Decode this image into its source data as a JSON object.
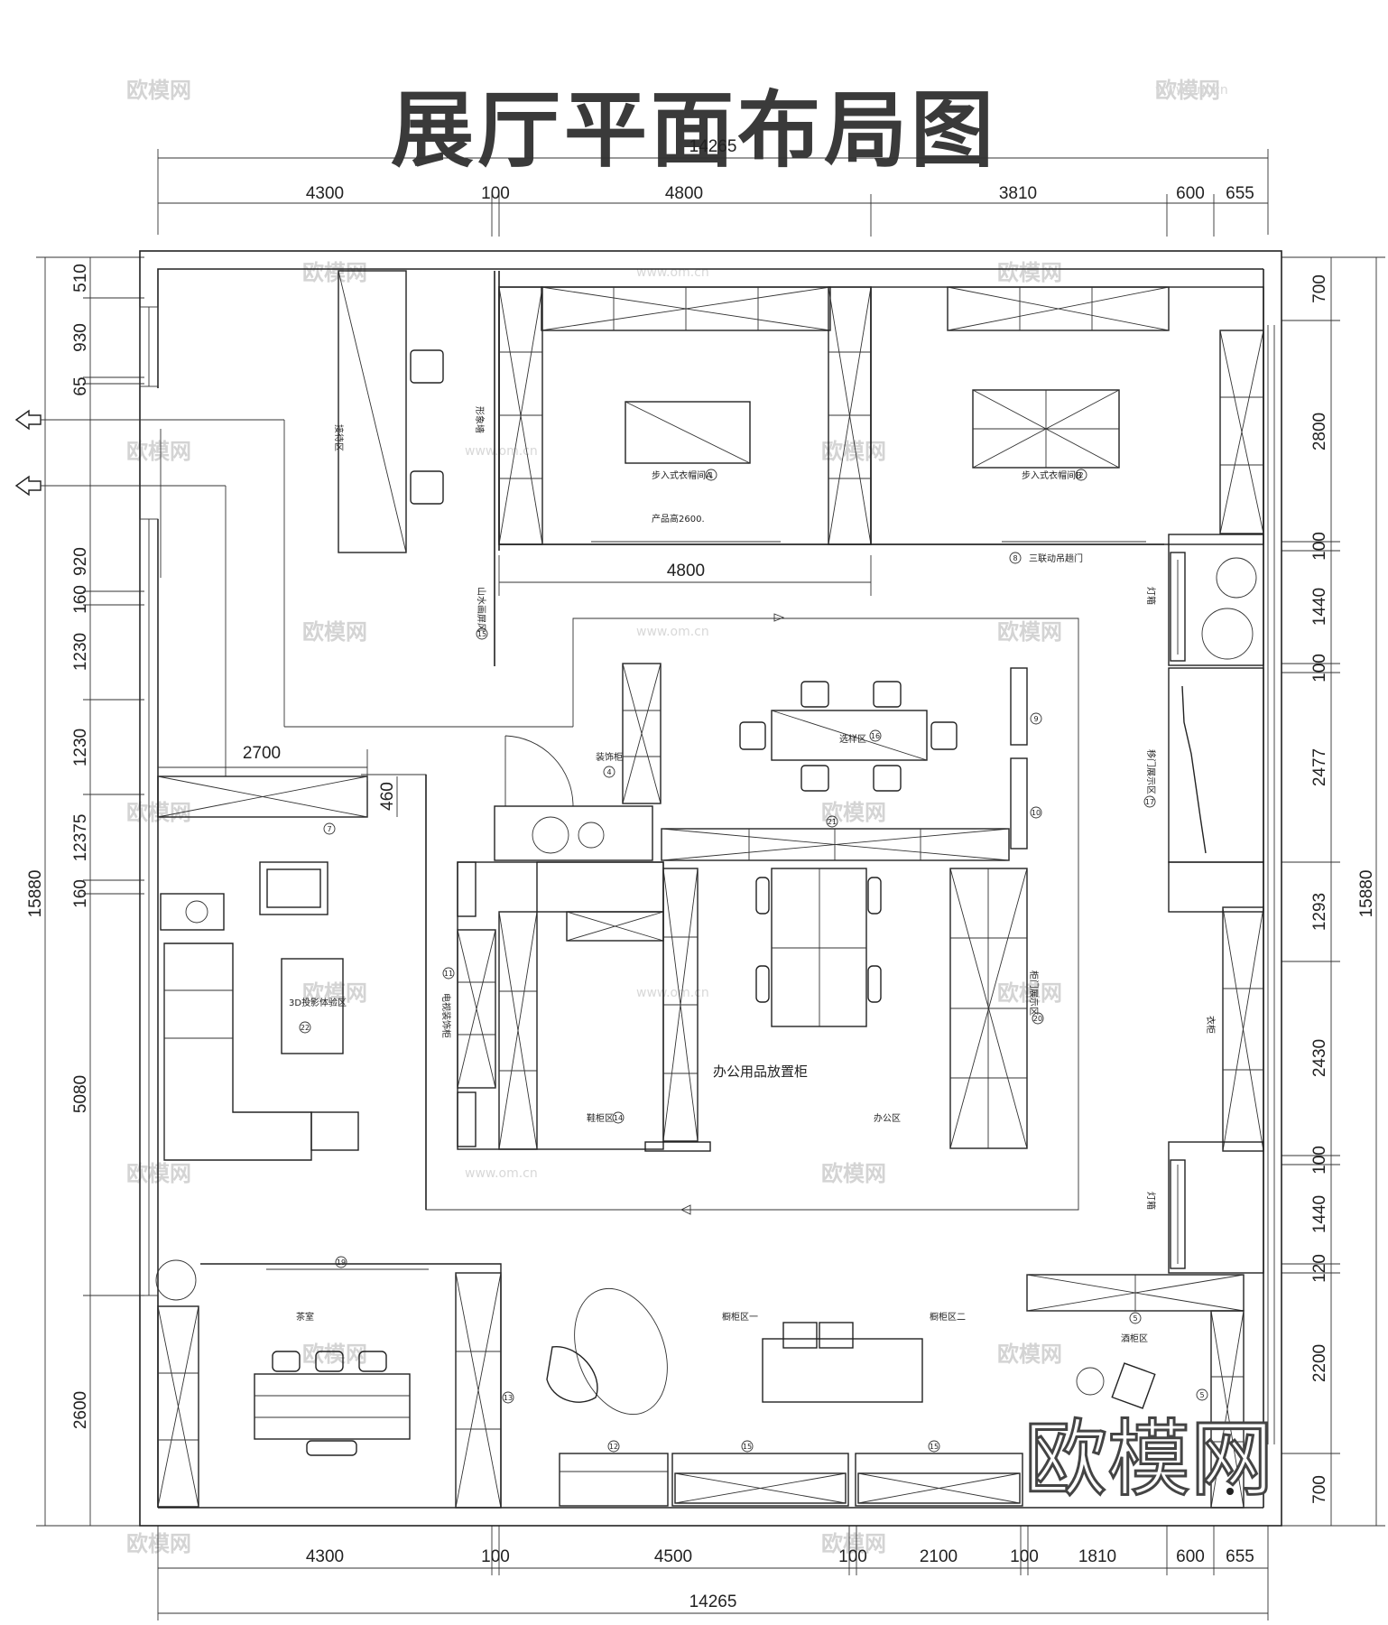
{
  "title": "展厅平面布局图",
  "dims_top_total": "14265",
  "dims_top": [
    "4300",
    "100",
    "4800",
    "3810",
    "600",
    "655"
  ],
  "dims_bottom": [
    "4300",
    "100",
    "4500",
    "100",
    "2100",
    "100",
    "1810",
    "600",
    "655"
  ],
  "dims_bottom_total": "14265",
  "dims_left_total": "15880",
  "dims_left": [
    "510",
    "930",
    "65",
    "920",
    "160",
    "1230",
    "1230",
    "12375",
    "160",
    "5080",
    "2600"
  ],
  "dims_right_total": "15880",
  "dims_right": [
    "700",
    "2800",
    "100",
    "1440",
    "100",
    "2477",
    "1293",
    "2430",
    "100",
    "1440",
    "120",
    "2200",
    "700"
  ],
  "dims_inner": [
    "4800",
    "2700",
    "460"
  ],
  "rooms": {
    "walkin_a": "步入式衣帽间A",
    "walkin_b": "步入式衣帽间B",
    "product_height": "产品高2600.",
    "sliding_door": "三联动吊趟门",
    "reception": "接待区",
    "image_wall": "形象墙",
    "screen": "山水画屏风",
    "samples": "选样区",
    "deco_cabinet": "装饰柜",
    "office_cabinet": "办公用品放置柜",
    "shoe_area": "鞋柜区",
    "office_area": "办公区",
    "tv_cabinet": "电视装饰柜",
    "door_display_a": "柜门展示区",
    "door_display_b": "移门展示区",
    "wardrobe": "衣柜",
    "lamp_a": "灯箱",
    "lamp_b": "灯箱",
    "projection": "3D投影体验区",
    "tea_room": "茶室",
    "cabinet_one": "橱柜区一",
    "cabinet_two": "橱柜区二",
    "wine_area": "酒柜区"
  },
  "circle_numbers": [
    "1",
    "2",
    "8",
    "15",
    "16",
    "4",
    "9",
    "10",
    "21",
    "11",
    "20",
    "14",
    "17",
    "7",
    "22",
    "19",
    "13",
    "12",
    "15",
    "15",
    "5",
    "5"
  ],
  "watermark": {
    "brand": "欧模网",
    "url": "www.om.cn"
  }
}
